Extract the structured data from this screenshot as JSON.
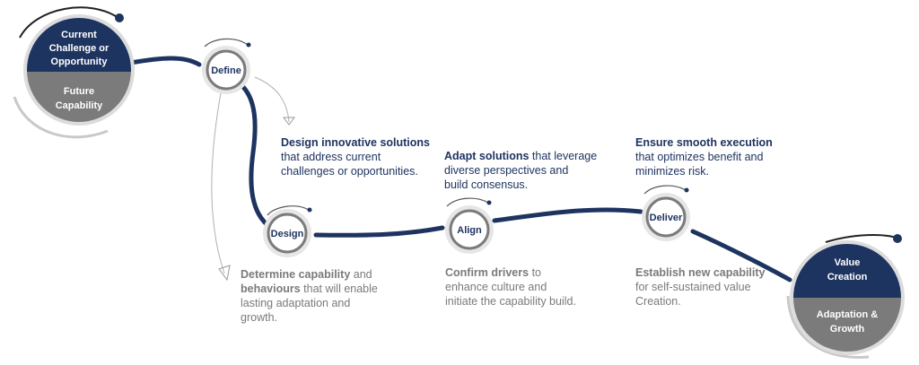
{
  "start_circle": {
    "top_label_line1": "Current",
    "top_label_line2": "Challenge or",
    "top_label_line3": "Opportunity",
    "bottom_label_line1": "Future",
    "bottom_label_line2": "Capability"
  },
  "end_circle": {
    "top_label_line1": "Value",
    "top_label_line2": "Creation",
    "bottom_label_line1": "Adaptation &",
    "bottom_label_line2": "Growth"
  },
  "steps": {
    "define": "Define",
    "design": "Design",
    "align": "Align",
    "deliver": "Deliver"
  },
  "texts": {
    "design_solutions": {
      "bold": "Design innovative solutions",
      "line2": "that address current",
      "line3": "challenges or opportunities."
    },
    "adapt_solutions": {
      "bold": "Adapt solutions",
      "rest1": " that leverage",
      "line2": "diverse perspectives and",
      "line3": "build consensus."
    },
    "ensure_execution": {
      "bold": "Ensure smooth execution",
      "line2": "that optimizes benefit and",
      "line3": "minimizes risk."
    },
    "determine_capability": {
      "bold1": "Determine capability",
      "rest1": " and",
      "bold2": "behaviours",
      "rest2": " that will enable",
      "line3": "lasting adaptation and",
      "line4": "growth."
    },
    "confirm_drivers": {
      "bold": "Confirm drivers",
      "rest1": " to",
      "line2": "enhance culture and",
      "line3": "initiate the capability build."
    },
    "establish_capability": {
      "bold": "Establish new capability",
      "line2": "for self-sustained value",
      "line3": "Creation."
    }
  },
  "colors": {
    "navy": "#1e3460",
    "grey": "#7b7b7b",
    "light_grey": "#c8c8c8",
    "text_grey": "#7a7a7a"
  }
}
